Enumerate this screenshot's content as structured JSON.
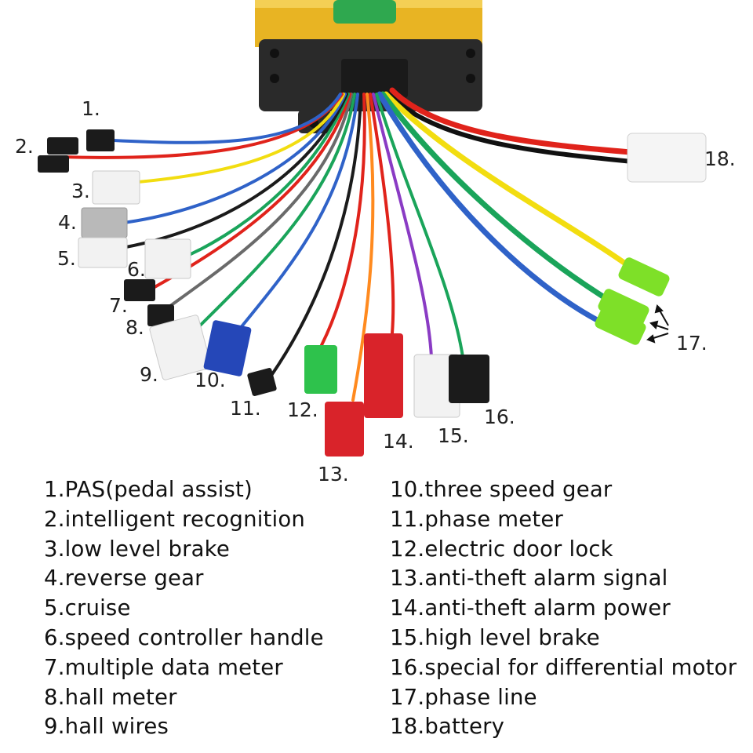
{
  "diagram": {
    "callouts": [
      "1.",
      "2.",
      "3.",
      "4.",
      "5.",
      "6.",
      "7.",
      "8.",
      "9.",
      "10.",
      "11.",
      "12.",
      "13.",
      "14.",
      "15.",
      "16.",
      "17.",
      "18."
    ],
    "legend_left": [
      "1.PAS(pedal assist)",
      "2.intelligent recognition",
      "3.low level brake",
      "4.reverse gear",
      "5.cruise",
      "6.speed controller handle",
      "7.multiple data meter",
      "8.hall meter",
      "9.hall wires"
    ],
    "legend_right": [
      "10.three speed gear",
      "11.phase meter",
      "12.electric door lock",
      "13.anti-theft alarm signal",
      "14.anti-theft alarm power",
      "15.high level brake",
      "16.special for differential motor",
      "17.phase line",
      "18.battery"
    ],
    "colors": {
      "controller_body": "#e8b423",
      "controller_base": "#2a2a2a",
      "label_green": "#2fa84f",
      "wire_red": "#e0231b",
      "wire_yellow": "#f2dd10",
      "wire_green": "#1aa45a",
      "wire_blue": "#2f62c8",
      "connector_white": "#f2f2f2",
      "connector_black": "#1b1b1b",
      "connector_red": "#d9232a",
      "connector_green": "#2ec24c",
      "connector_blue": "#2547b8",
      "connector_gray": "#b9b9b9",
      "terminal_green": "#7ee028"
    }
  }
}
